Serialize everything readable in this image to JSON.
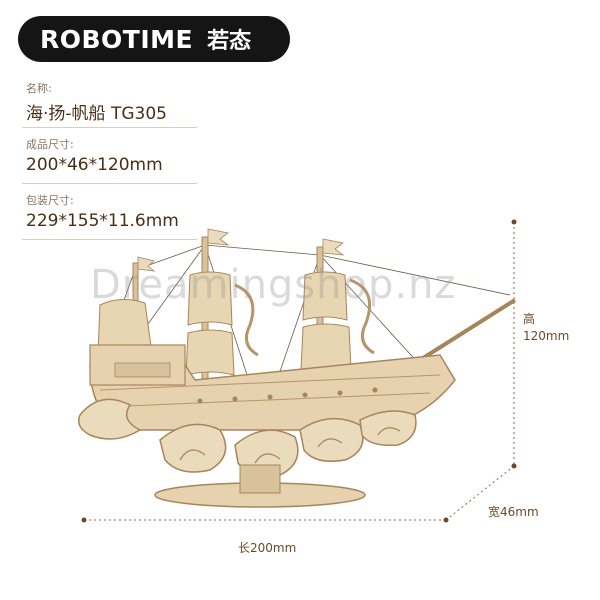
{
  "brand": {
    "name": "ROBOTIME",
    "cn_name": "若态"
  },
  "specs": [
    {
      "label": "名称:",
      "value": "海·扬-帆船 TG305"
    },
    {
      "label": "成品尺寸:",
      "value": "200*46*120mm"
    },
    {
      "label": "包装尺寸:",
      "value": "229*155*11.6mm"
    }
  ],
  "dimensions": {
    "height_label": "高",
    "height_value": "120mm",
    "width_label": "宽46mm",
    "length_label": "长200mm"
  },
  "watermark": "Dreamingshop.nz",
  "colors": {
    "badge": "#151515",
    "wood": "#e6d2ae",
    "wood_dark": "#a8845a",
    "dim_line": "#8a6a4a"
  }
}
